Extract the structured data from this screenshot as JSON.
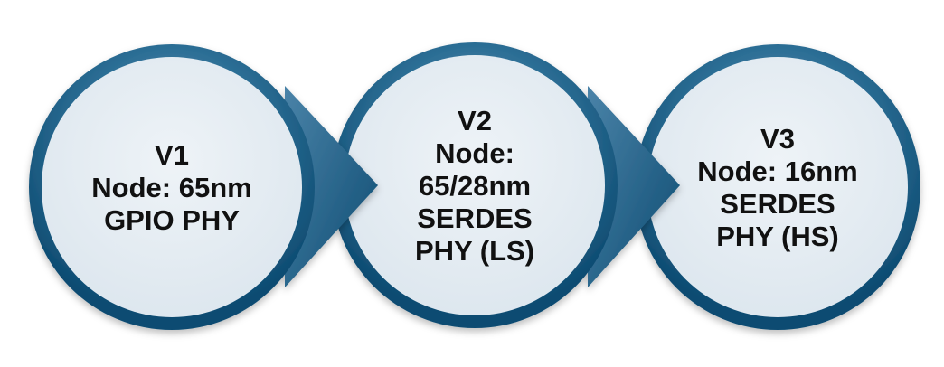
{
  "colors": {
    "ring_dark": "#0e4c72",
    "ring_mid": "#2d6f96",
    "ring_light": "#6f9cba",
    "fill": "#e4ecf2",
    "text": "#111111"
  },
  "nodes": [
    {
      "lines": [
        "V1",
        "Node: 65nm",
        "GPIO PHY"
      ]
    },
    {
      "lines": [
        "V2",
        "Node:",
        "65/28nm",
        "SERDES",
        "PHY (LS)"
      ]
    },
    {
      "lines": [
        "V3",
        "Node: 16nm",
        "SERDES",
        "PHY (HS)"
      ]
    }
  ]
}
